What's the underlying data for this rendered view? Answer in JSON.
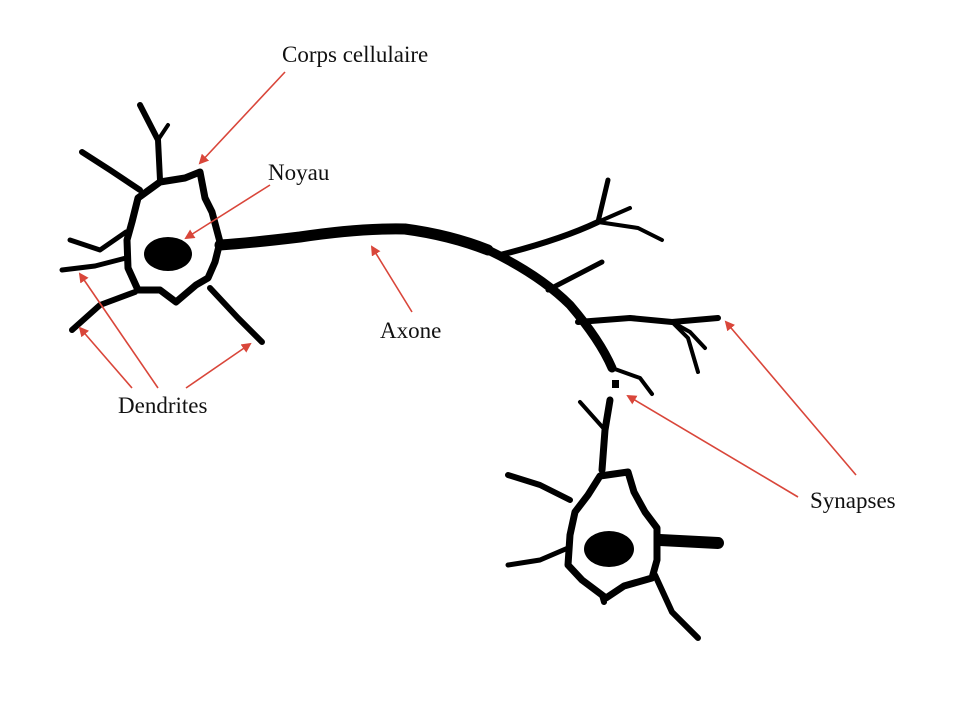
{
  "labels": {
    "cell_body": "Corps cellulaire",
    "nucleus": "Noyau",
    "axon": "Axone",
    "dendrites": "Dendrites",
    "synapses": "Synapses"
  },
  "colors": {
    "neuron": "#000000",
    "arrow": "#d9463a",
    "text": "#111111"
  }
}
